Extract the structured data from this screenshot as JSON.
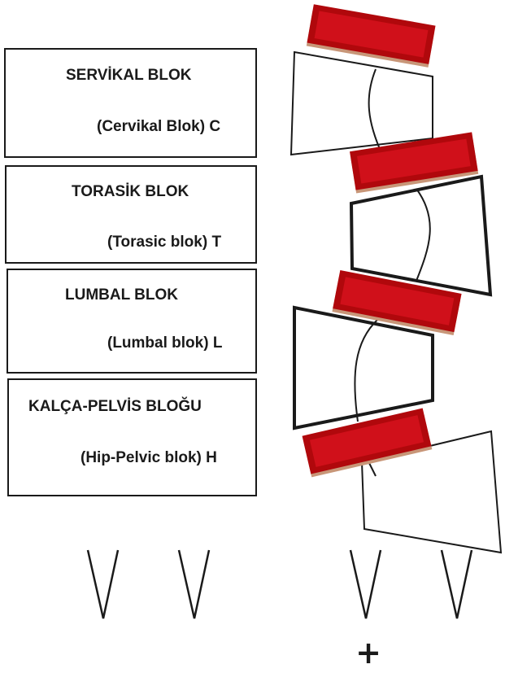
{
  "blocks": [
    {
      "title": "SERVİKAL BLOK",
      "subtitle": "(Cervikal Blok) C"
    },
    {
      "title": "TORASİK BLOK",
      "subtitle": "(Torasic blok) T"
    },
    {
      "title": "LUMBAL BLOK",
      "subtitle": "(Lumbal blok) L"
    },
    {
      "title": "KALÇA-PELVİS BLOĞU",
      "subtitle": "(Hip-Pelvic blok) H"
    }
  ],
  "plus_sign": "+",
  "colors": {
    "disc_outer": "#b0080c",
    "disc_inner": "#d0101a",
    "disc_shadow": "#c89678",
    "outline": "#1a1a1a"
  }
}
